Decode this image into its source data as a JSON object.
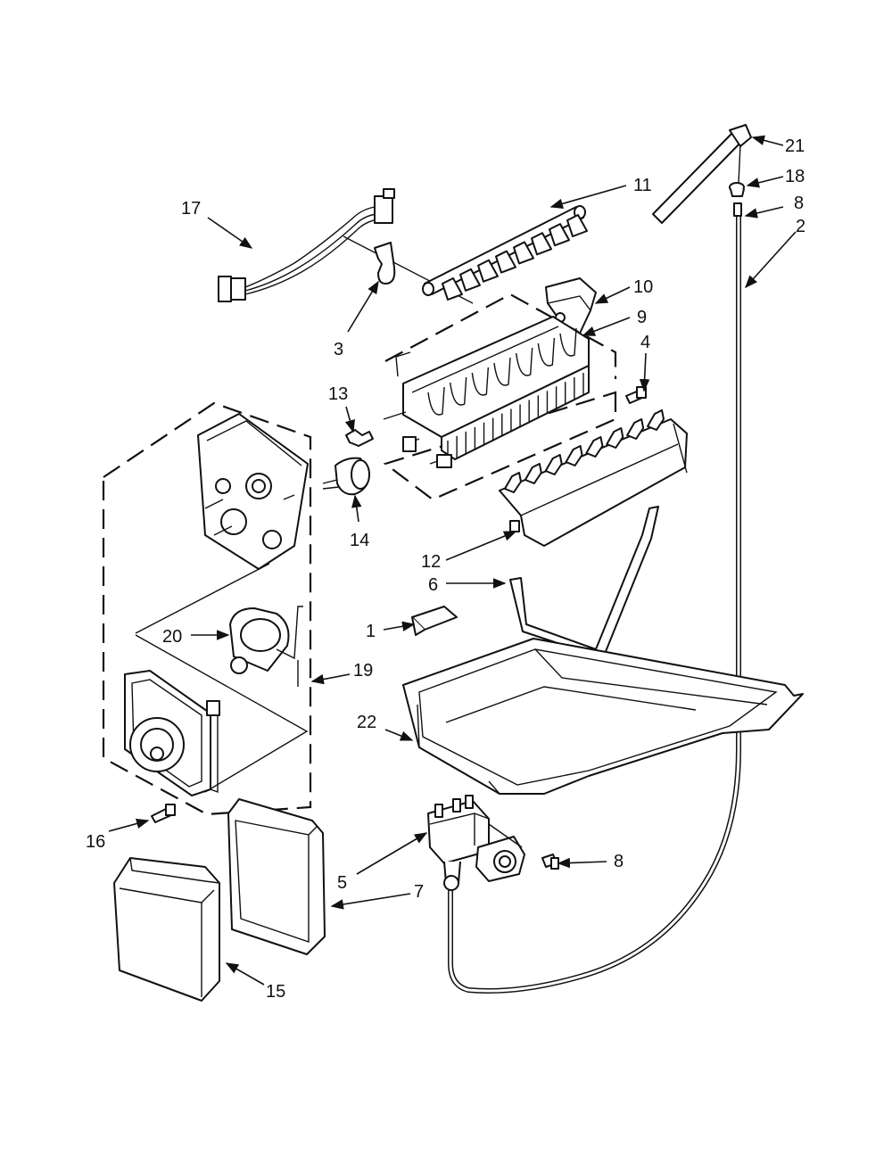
{
  "callouts": {
    "c1": "1",
    "c2": "2",
    "c3": "3",
    "c4": "4",
    "c5": "5",
    "c6": "6",
    "c7": "7",
    "c8a": "8",
    "c8b": "8",
    "c9": "9",
    "c10": "10",
    "c11": "11",
    "c12": "12",
    "c13": "13",
    "c14": "14",
    "c15": "15",
    "c16": "16",
    "c17": "17",
    "c18": "18",
    "c19": "19",
    "c20": "20",
    "c21": "21",
    "c22": "22"
  },
  "colors": {
    "line": "#111111",
    "background": "#ffffff"
  }
}
